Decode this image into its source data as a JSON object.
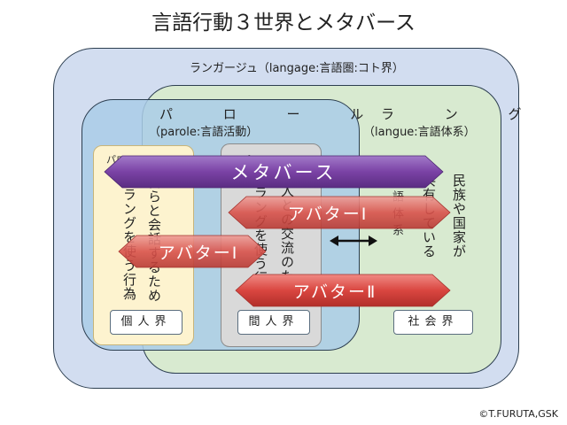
{
  "title": "言語行動３世界とメタバース",
  "langage": {
    "label": "ランガージュ（langage:言語圏:コト界）"
  },
  "parole": {
    "title": "パ ロ ー ル",
    "sub": "（parole:言語活動）"
  },
  "langue": {
    "title": "ラ ン グ",
    "sub": "（langue:言語体系）"
  },
  "parole2": {
    "title": "パロール2",
    "col1": "自らと会話するため",
    "col2": "ラングを使う行為",
    "world": "個人界"
  },
  "parole1": {
    "title": "パロール1",
    "col1": "他人との交流のため",
    "col2": "ラングを使う行為",
    "world": "間人界"
  },
  "social": {
    "col_a": "言語体系",
    "col_b": "共有している",
    "col_c": "民族や国家が",
    "world": "社会界"
  },
  "arrows": {
    "metaverse": "メタバース",
    "avatar1_top": "アバターⅠ",
    "avatar1_left": "アバターⅠ",
    "avatar2": "アバターⅡ"
  },
  "colors": {
    "metaverse": "#7a42a5",
    "avatar": "#d94640",
    "outer": "#d2ddf0",
    "langue": "#d8ead0",
    "parole": "#aacde8",
    "parole2": "#fdf3cf",
    "parole1": "#d9d9d9"
  },
  "copyright": "©T.FURUTA,GSK"
}
